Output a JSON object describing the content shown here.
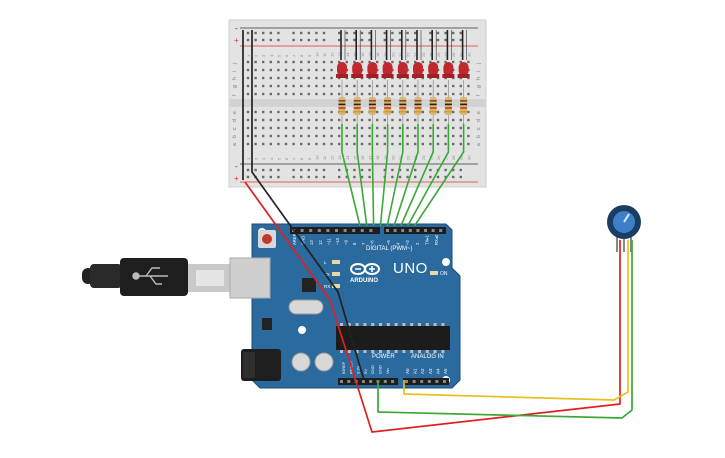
{
  "breadboard": {
    "row_letters_top": [
      "j",
      "i",
      "h",
      "g",
      "f"
    ],
    "row_letters_bottom": [
      "e",
      "d",
      "c",
      "b",
      "a"
    ],
    "column_numbers": [
      "1",
      "2",
      "3",
      "4",
      "5",
      "6",
      "7",
      "8",
      "9",
      "10",
      "11",
      "12",
      "13",
      "14",
      "15",
      "16",
      "17",
      "18",
      "19",
      "20",
      "21",
      "22",
      "23",
      "24",
      "25",
      "26",
      "27",
      "28",
      "29",
      "30"
    ],
    "rail_plus": "+",
    "rail_minus": "-"
  },
  "leds": {
    "count": 9,
    "color": "#c0282d"
  },
  "resistors": {
    "count": 9
  },
  "arduino": {
    "board_color": "#2a6a9e",
    "logo_text": "ARDUINO",
    "model_text": "UNO",
    "digital_label": "DIGITAL (PWM~)",
    "power_label": "POWER",
    "analog_label": "ANALOG IN",
    "on_label": "ON",
    "led_labels": [
      "L",
      "TX",
      "RX"
    ],
    "digital_pins": [
      "AREF",
      "GND",
      "13",
      "12",
      "~11",
      "~10",
      "~9",
      "8",
      "7",
      "~6",
      "~5",
      "4",
      "~3",
      "2",
      "TX▸1",
      "RX◂0"
    ],
    "power_pins": [
      "IOREF",
      "RESET",
      "3.3V",
      "5V",
      "GND",
      "GND",
      "Vin"
    ],
    "analog_pins": [
      "A0",
      "A1",
      "A2",
      "A3",
      "A4",
      "A5"
    ]
  },
  "wires": {
    "colors": {
      "green": "#3aa935",
      "red": "#e02020",
      "black": "#222222",
      "yellow": "#e8c020"
    }
  }
}
